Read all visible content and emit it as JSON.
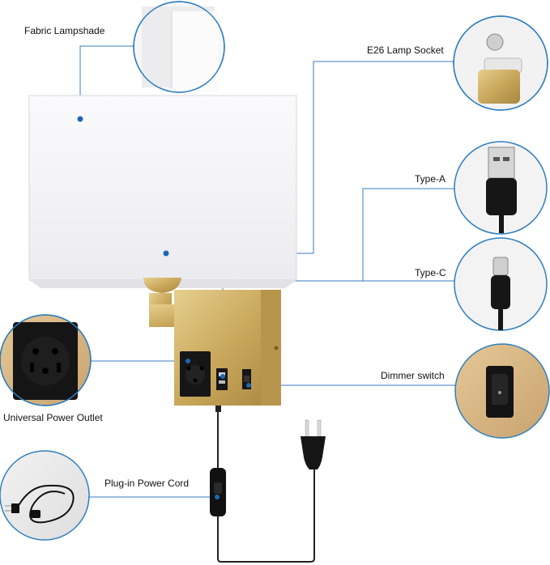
{
  "labels": {
    "fabric_lampshade": "Fabric Lampshade",
    "e26_socket": "E26 Lamp Socket",
    "type_a": "Type-A",
    "type_c": "Type-C",
    "dimmer_switch": "Dimmer switch",
    "universal_outlet": "Universal Power Outlet",
    "power_cord": "Plug-in Power Cord"
  },
  "colors": {
    "callout_line": "#3a7bbf",
    "callout_dot": "#1f66b5",
    "circle_border": "#2f7ec0",
    "brass": "#c9a85c",
    "shade": "#f4f4f6"
  }
}
